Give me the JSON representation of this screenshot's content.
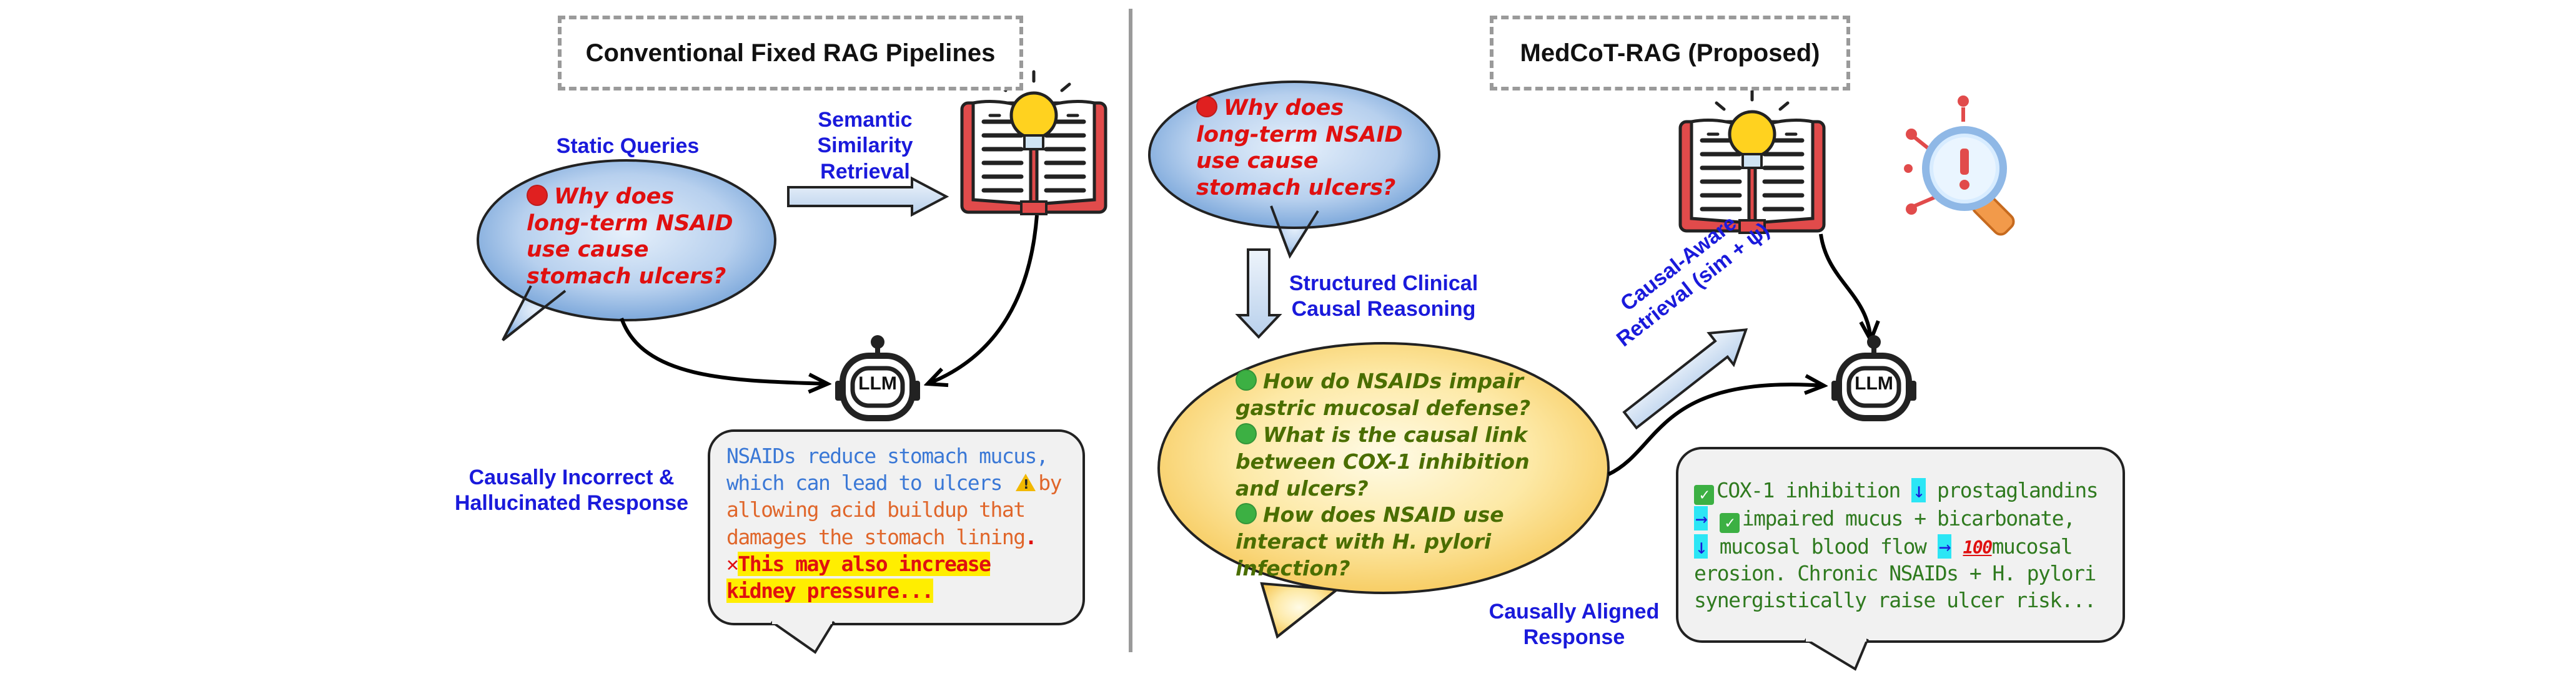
{
  "left": {
    "title": "Conventional Fixed RAG Pipelines",
    "static_queries_label": "Static Queries",
    "question_lines": [
      "Why does",
      "long-term NSAID",
      "use cause",
      "stomach ulcers?"
    ],
    "retrieval_label_lines": [
      "Semantic",
      "Similarity",
      "Retrieval"
    ],
    "llm_label": "LLM",
    "incorrect_label_lines": [
      "Causally Incorrect &",
      "Hallucinated Response"
    ],
    "response": {
      "line1": "NSAIDs reduce stomach mucus,",
      "line2": "which can lead to ulcers ",
      "line2b": "by",
      "line3": "allowing acid buildup that",
      "line4": "damages the stomach lining",
      "line4_end": ".",
      "line5": "This may also increase",
      "line6": "kidney pressure..."
    }
  },
  "right": {
    "title": "MedCoT-RAG (Proposed)",
    "question_lines": [
      "Why does",
      "long-term NSAID",
      "use cause",
      "stomach ulcers?"
    ],
    "reasoning_label_lines": [
      "Structured Clinical",
      "Causal Reasoning"
    ],
    "sub_questions": [
      [
        "How do NSAIDs impair",
        "gastric mucosal defense?"
      ],
      [
        "What is the causal link",
        "between COX-1 inhibition",
        "and ulcers?"
      ],
      [
        "How does NSAID use",
        "interact with H. pylori",
        "infection?"
      ]
    ],
    "causal_retrieval_lines": [
      "Causal-Aware",
      "Retrieval (sim + ψ)"
    ],
    "llm_label": "LLM",
    "aligned_label_lines": [
      "Causally Aligned",
      "Response"
    ],
    "response": {
      "l1a": "COX-1 inhibition ",
      "l1b": "↓",
      "l1c": " prostaglandins",
      "l2a": "→",
      "l2b": "impaired mucus + bicarbonate,",
      "l3a": "↓",
      "l3b": " mucosal blood flow ",
      "l3c": "→",
      "l3d": "mucosal",
      "l4": "erosion. Chronic NSAIDs + H. pylori",
      "l5": "synergistically raise ulcer risk..."
    }
  },
  "colors": {
    "label_blue": "#1a1adb",
    "question_red": "#e01010",
    "subq_green": "#4a6e00",
    "response_green": "#2f7a1f",
    "status_red_dot": "#e02020",
    "status_green_dot": "#3cb043"
  },
  "icons": [
    "book-lightbulb-icon",
    "robot-llm-icon",
    "magnifier-alert-icon",
    "warning-icon",
    "cross-mark-icon",
    "check-mark-icon",
    "hundred-points-icon"
  ]
}
